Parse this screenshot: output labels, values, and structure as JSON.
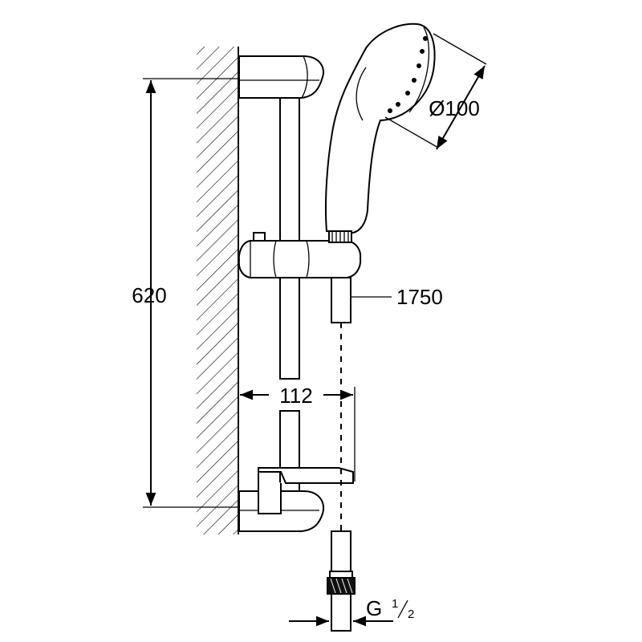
{
  "dimensions": {
    "rail_height": "620",
    "head_diameter": "Ø100",
    "hose_length": "1750",
    "wall_distance": "112",
    "connection_thread": "G",
    "thread_num": "1",
    "thread_den": "2"
  }
}
